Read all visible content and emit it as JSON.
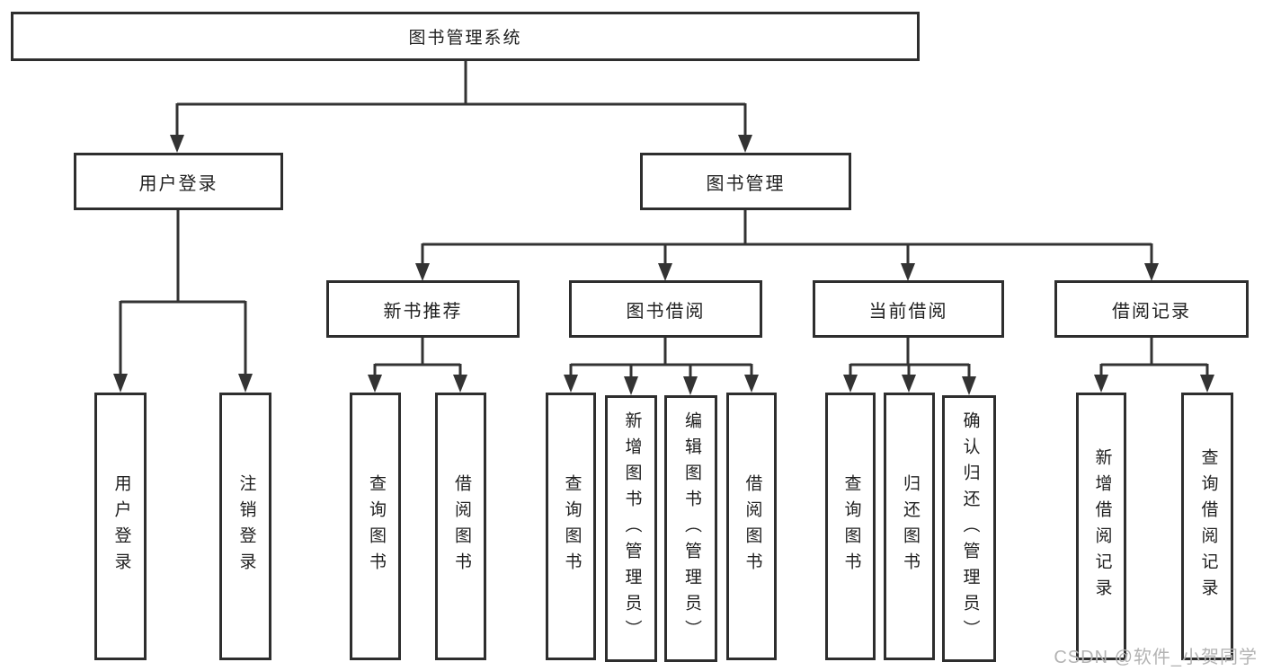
{
  "diagram": {
    "root": {
      "label": "图书管理系统"
    },
    "level2": [
      {
        "label": "用户登录"
      },
      {
        "label": "图书管理"
      }
    ],
    "level3": [
      {
        "label": "新书推荐"
      },
      {
        "label": "图书借阅"
      },
      {
        "label": "当前借阅"
      },
      {
        "label": "借阅记录"
      }
    ],
    "leaves": {
      "user_login": [
        "用户登录",
        "注销登录"
      ],
      "new_book_recommend": [
        "查询图书",
        "借阅图书"
      ],
      "book_borrow": [
        "查询图书",
        "新增图书（管理员）",
        "编辑图书（管理员）",
        "借阅图书"
      ],
      "current_borrow": [
        "查询图书",
        "归还图书",
        "确认归还（管理员）"
      ],
      "borrow_records": [
        "新增借阅记录",
        "查询借阅记录"
      ]
    }
  },
  "watermark": {
    "text": "CSDN @软件_小贺同学"
  },
  "colors": {
    "line": "#333333",
    "border": "#2e2e2e",
    "text": "#1f1f1f",
    "node_bg": "#ffffff",
    "bg": "#ffffff",
    "watermark": "#b3b3b3"
  }
}
